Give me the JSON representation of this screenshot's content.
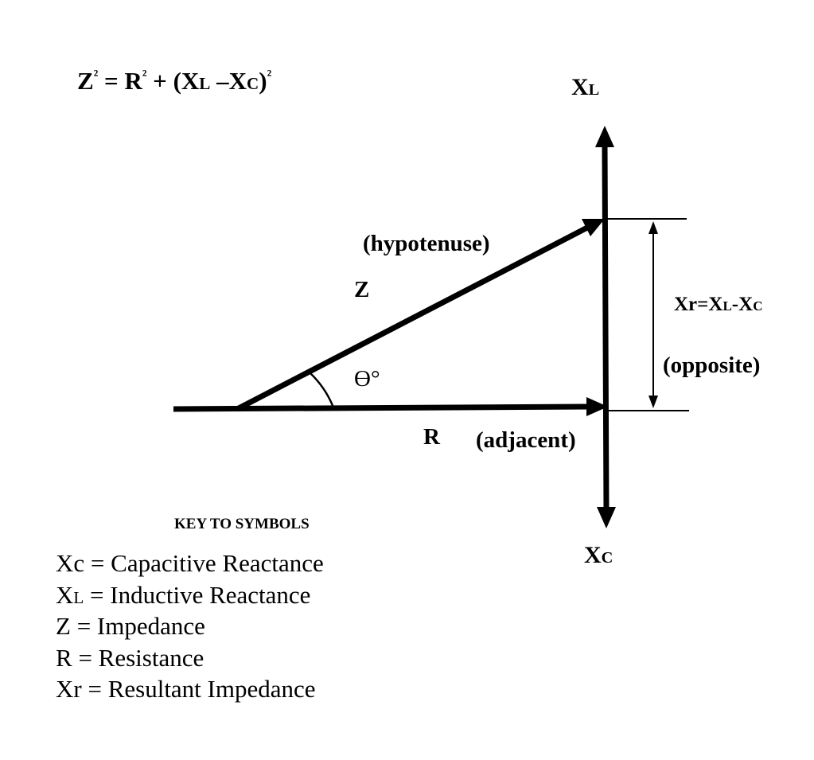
{
  "formula": {
    "z": "Z",
    "z_sup": "²",
    "eq": " = ",
    "r": "R",
    "r_sup": "²",
    "plus": " + (",
    "x1": "X",
    "x1_sub": "L",
    "minus": " –",
    "x2": "X",
    "x2_sub": "C",
    "close": ")",
    "close_sup": "²"
  },
  "axis_labels": {
    "xl_main": "X",
    "xl_sub": "L",
    "xc_main": "X",
    "xc_sub": "C"
  },
  "triangle": {
    "hypotenuse": "(hypotenuse)",
    "z": "Z",
    "theta": "Ө°",
    "r": "R",
    "adjacent": "(adjacent)",
    "opposite": "(opposite)"
  },
  "xr_label": {
    "a": "Xr=X",
    "a_sub": "L",
    "b": "-X",
    "b_sub": "C"
  },
  "key": {
    "title": "KEY TO SYMBOLS",
    "items": [
      {
        "main": "Xc",
        "sub": "",
        "rest": " = Capacitive Reactance"
      },
      {
        "main": "X",
        "sub": "L",
        "rest": " = Inductive Reactance"
      },
      {
        "main": "Z",
        "sub": "",
        "rest": " = Impedance"
      },
      {
        "main": "R",
        "sub": "",
        "rest": " = Resistance"
      },
      {
        "main": "Xr",
        "sub": "",
        "rest": " = Resultant Impedance"
      }
    ]
  }
}
